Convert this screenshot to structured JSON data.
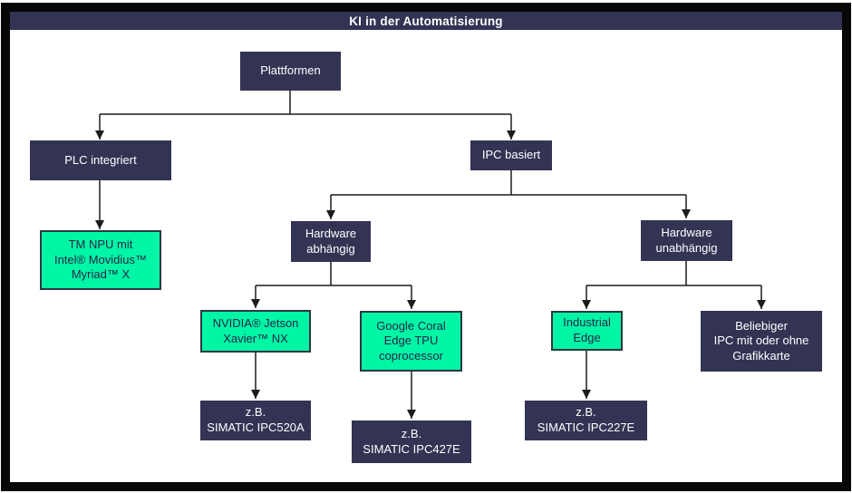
{
  "title": "KI in der Automatisierung",
  "colors": {
    "dark_box": "#333354",
    "green_box": "#00F5A5",
    "green_text": "#26264a",
    "line": "#1c1c1c",
    "frame": "#070707"
  },
  "nodes": {
    "plattformen": {
      "label": "Plattformen"
    },
    "plc_integriert": {
      "label": "PLC integriert"
    },
    "ipc_basiert": {
      "label": "IPC basiert"
    },
    "tm_npu": {
      "label": "TM NPU mit\nIntel® Movidius™\nMyriad™ X"
    },
    "hardware_abhaengig": {
      "label": "Hardware\nabhängig"
    },
    "hardware_unabhaengig": {
      "label": "Hardware\nunabhängig"
    },
    "nvidia_jetson": {
      "label": "NVIDIA® Jetson\nXavier™ NX"
    },
    "google_coral": {
      "label": "Google Coral\nEdge TPU\ncoprocessor"
    },
    "industrial_edge": {
      "label": "Industrial\nEdge"
    },
    "beliebiger_ipc": {
      "label": "Beliebiger\nIPC mit oder ohne\nGrafikkarte"
    },
    "simatic_ipc520a": {
      "label": "z.B.\nSIMATIC IPC520A"
    },
    "simatic_ipc427e": {
      "label": "z.B.\nSIMATIC IPC427E"
    },
    "simatic_ipc227e": {
      "label": "z.B.\nSIMATIC IPC227E"
    }
  }
}
